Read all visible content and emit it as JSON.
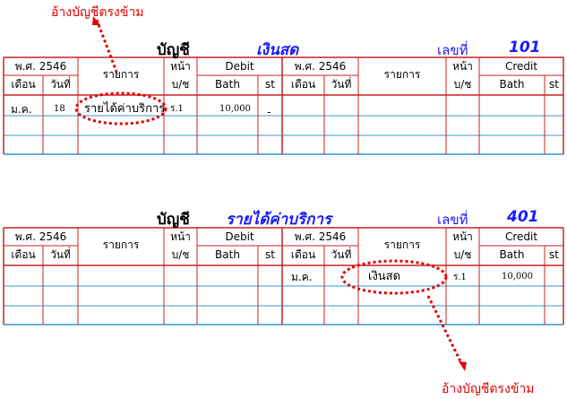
{
  "callouts": {
    "top": "อ้างบัญชีตรงข้าม",
    "bottom": "อ้างบัญชีตรงข้าม"
  },
  "headers": {
    "year": "พ.ศ. 2546",
    "month": "เดือน",
    "day": "วันที่",
    "description": "รายการ",
    "page_top": "หน้า",
    "page_bottom": "บ/ช",
    "debit": "Debit",
    "credit": "Credit",
    "baht": "Bath",
    "satang": "st"
  },
  "ledgers": [
    {
      "label": "บัญชี",
      "name": "เงินสด",
      "number_label": "เลขที่",
      "number": "101",
      "debit_entry": {
        "month": "ม.ค.",
        "day": "18",
        "description": "รายได้ค่าบริการ",
        "ref": "ร.1",
        "amount": "10,000",
        "satang": "-"
      },
      "credit_entry": null
    },
    {
      "label": "บัญชี",
      "name": "รายได้ค่าบริการ",
      "number_label": "เลขที่",
      "number": "401",
      "debit_entry": null,
      "credit_entry": {
        "month": "ม.ค.",
        "day": "",
        "description": "เงินสด",
        "ref": "ร.1",
        "amount": "10,000",
        "satang": ""
      }
    }
  ],
  "colors": {
    "border": "#cc2222",
    "rule": "#3399cc",
    "callout": "#e00000",
    "title": "#1a1aff"
  }
}
